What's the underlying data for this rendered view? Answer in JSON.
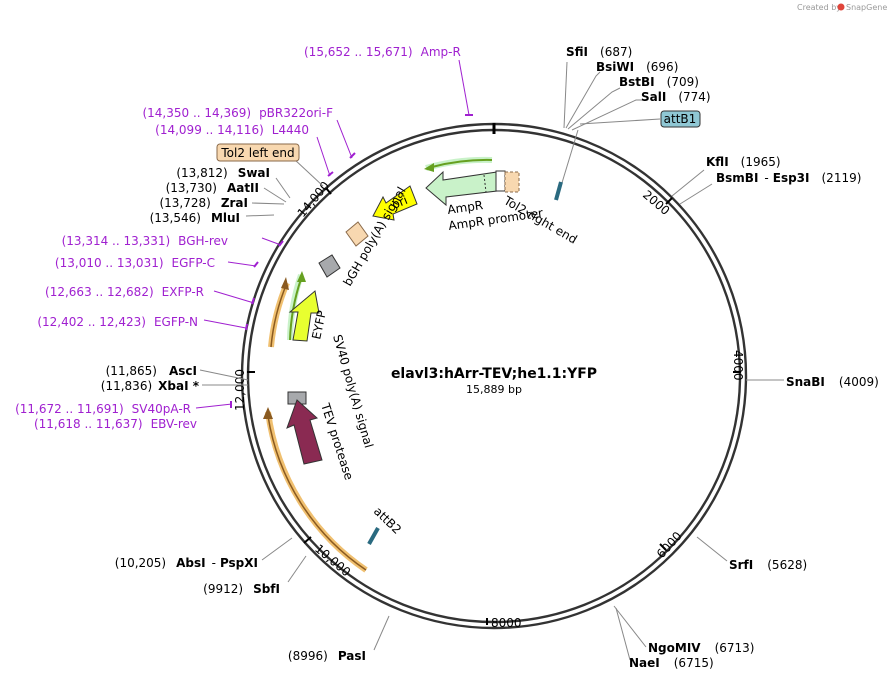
{
  "credit": {
    "created_by": "Created by",
    "brand": "SnapGene"
  },
  "plasmid": {
    "name": "elavl3:hArr-TEV;he1.1:YFP",
    "size": "15,889 bp"
  },
  "ticks": {
    "t2000": "2000",
    "t4000": "4000",
    "t6000": "6000",
    "t8000": "8000",
    "t10000": "10,000",
    "t12000": "12,000",
    "t14000": "14,000"
  },
  "sites": {
    "sfiI": {
      "name": "SfiI",
      "pos": "(687)"
    },
    "bsiWI": {
      "name": "BsiWI",
      "pos": "(696)"
    },
    "bstBI": {
      "name": "BstBI",
      "pos": "(709)"
    },
    "salI": {
      "name": "SalI",
      "pos": "(774)"
    },
    "kflI": {
      "name": "KflI",
      "pos": "(1965)"
    },
    "bsmBI": {
      "name": "BsmBI",
      "sep": "-",
      "name2": "Esp3I",
      "pos": "(2119)"
    },
    "snaBI": {
      "name": "SnaBI",
      "pos": "(4009)"
    },
    "srfI": {
      "name": "SrfI",
      "pos": "(5628)"
    },
    "ngoMIV": {
      "name": "NgoMIV",
      "pos": "(6713)"
    },
    "naeI": {
      "name": "NaeI",
      "pos": "(6715)"
    },
    "pasI": {
      "name": "PasI",
      "pos": "(8996)"
    },
    "sbfI": {
      "name": "SbfI",
      "pos": "(9912)"
    },
    "absI": {
      "name": "AbsI",
      "sep": "-",
      "name2": "PspXI",
      "pos": "(10,205)"
    },
    "xbaI": {
      "name": "XbaI *",
      "pos": "(11,836)"
    },
    "ascI": {
      "name": "AscI",
      "pos": "(11,865)"
    },
    "mluI": {
      "name": "MluI",
      "pos": "(13,546)"
    },
    "zraI": {
      "name": "ZraI",
      "pos": "(13,728)"
    },
    "aatII": {
      "name": "AatII",
      "pos": "(13,730)"
    },
    "swaI": {
      "name": "SwaI",
      "pos": "(13,812)"
    }
  },
  "primers": {
    "ampR": {
      "range": "(15,652 .. 15,671)",
      "name": "Amp-R"
    },
    "pBR322": {
      "range": "(14,350 .. 14,369)",
      "name": "pBR322ori-F"
    },
    "l4440": {
      "range": "(14,099 .. 14,116)",
      "name": "L4440"
    },
    "bghRev": {
      "range": "(13,314 .. 13,331)",
      "name": "BGH-rev"
    },
    "egfpC": {
      "range": "(13,010 .. 13,031)",
      "name": "EGFP-C"
    },
    "exfpR": {
      "range": "(12,663 .. 12,682)",
      "name": "EXFP-R"
    },
    "egfpN": {
      "range": "(12,402 .. 12,423)",
      "name": "EGFP-N"
    },
    "sv40paR": {
      "range": "(11,672 .. 11,691)",
      "name": "SV40pA-R"
    },
    "ebvRev": {
      "range": "(11,618 .. 11,637)",
      "name": "EBV-rev"
    }
  },
  "features": {
    "attB1": "attB1",
    "tol2Left": "Tol2 left end",
    "tol2Right": "Tol2 right end",
    "ampR": "AmpR",
    "ampRPromoter": "AmpR promoter",
    "ori": "ori",
    "bgh": "bGH poly(A) signal",
    "eyfp": "EYFP",
    "sv40": "SV40 poly(A) signal",
    "tev": "TEV protease",
    "attB2": "attB2"
  },
  "colors": {
    "backbone": "#333333",
    "primer": "#a020d0",
    "attB1_fill": "#8fc7d4",
    "tol2_fill": "#f8d8b0",
    "ampR_fill": "#c9f2c9",
    "ori_fill": "#ffff00",
    "eyfp_fill": "#e8ff30",
    "tev_fill": "#8a2a52",
    "orf_orange": "#f0c070",
    "orf_green": "#66a020",
    "brand": "#e0453a"
  }
}
